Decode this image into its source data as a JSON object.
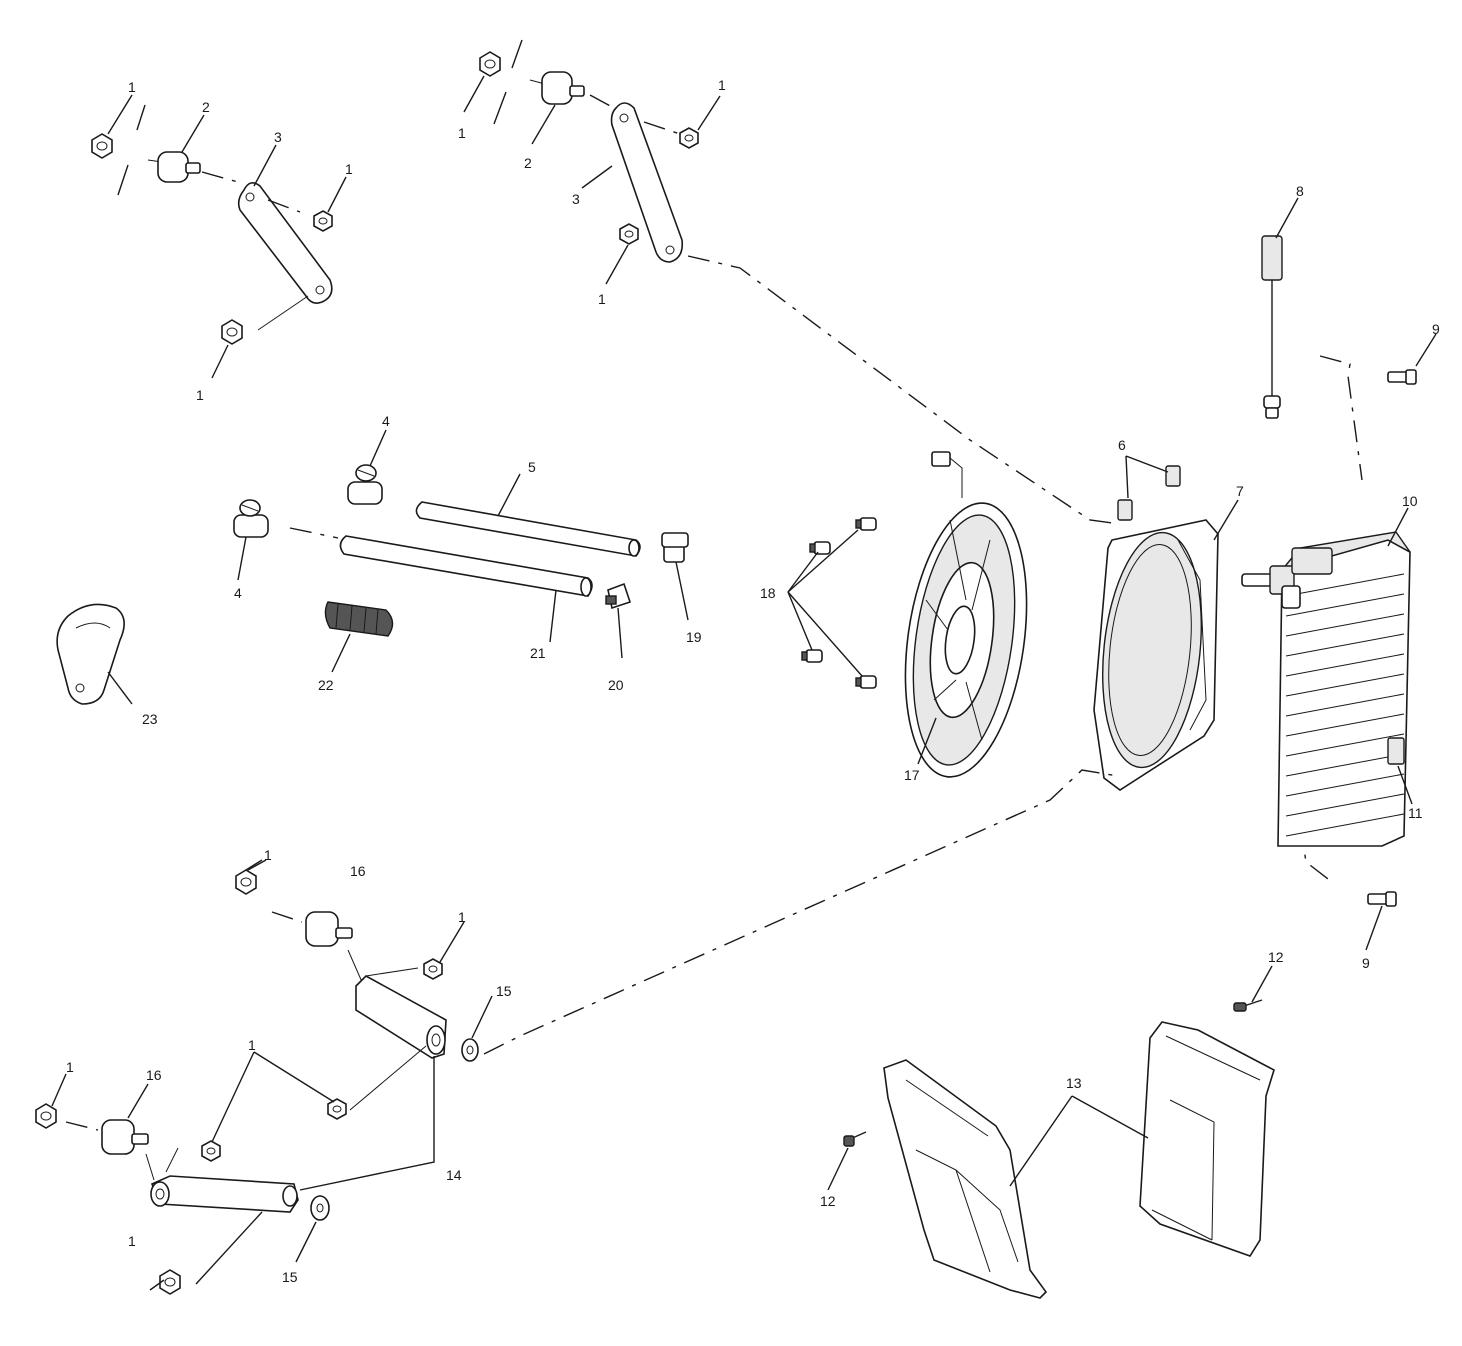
{
  "callouts": {
    "c1a": "1",
    "c1b": "1",
    "c1c": "1",
    "c1d": "1",
    "c1e": "1",
    "c1f": "1",
    "c1g": "1",
    "c1h": "1",
    "c1i": "1",
    "c1j": "1",
    "c1k": "1",
    "c2a": "2",
    "c2b": "2",
    "c3a": "3",
    "c3b": "3",
    "c4a": "4",
    "c4b": "4",
    "c5": "5",
    "c6": "6",
    "c7": "7",
    "c8": "8",
    "c9a": "9",
    "c9b": "9",
    "c10": "10",
    "c11": "11",
    "c12a": "12",
    "c12b": "12",
    "c13": "13",
    "c14": "14",
    "c15a": "15",
    "c15b": "15",
    "c16a": "16",
    "c16b": "16",
    "c17": "17",
    "c18": "18",
    "c19": "19",
    "c20": "20",
    "c21": "21",
    "c22": "22",
    "c23": "23"
  }
}
